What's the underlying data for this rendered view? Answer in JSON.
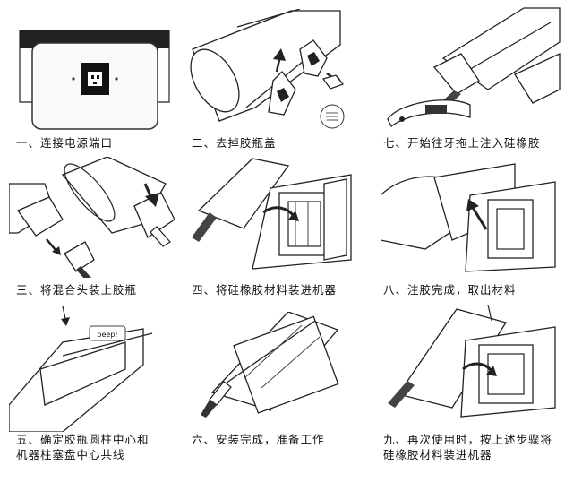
{
  "steps": [
    {
      "id": "1",
      "caption": "一、连接电源端口"
    },
    {
      "id": "2",
      "caption": "二、去掉胶瓶盖"
    },
    {
      "id": "7",
      "caption": "七、开始往牙拖上注入硅橡胶"
    },
    {
      "id": "3",
      "caption": "三、将混合头装上胶瓶"
    },
    {
      "id": "4",
      "caption": "四、将硅橡胶材料装进机器"
    },
    {
      "id": "8",
      "caption": "八、注胶完成，取出材料"
    },
    {
      "id": "5",
      "caption_line1": "五、确定胶瓶圆柱中心和",
      "caption_line2": "机器柱塞盘中心共线"
    },
    {
      "id": "6",
      "caption": "六、安装完成，准备工作"
    },
    {
      "id": "9",
      "caption_line1": "九、再次使用时，按上述步骤将",
      "caption_line2": "硅橡胶材料装进机器"
    }
  ],
  "beep_label": "beep!",
  "icons": {
    "power": "power-port-icon",
    "arrow": "direction-arrow-icon",
    "cartridge": "cartridge-icon",
    "mixing_tip": "mixing-tip-icon",
    "tray": "impression-tray-icon"
  }
}
